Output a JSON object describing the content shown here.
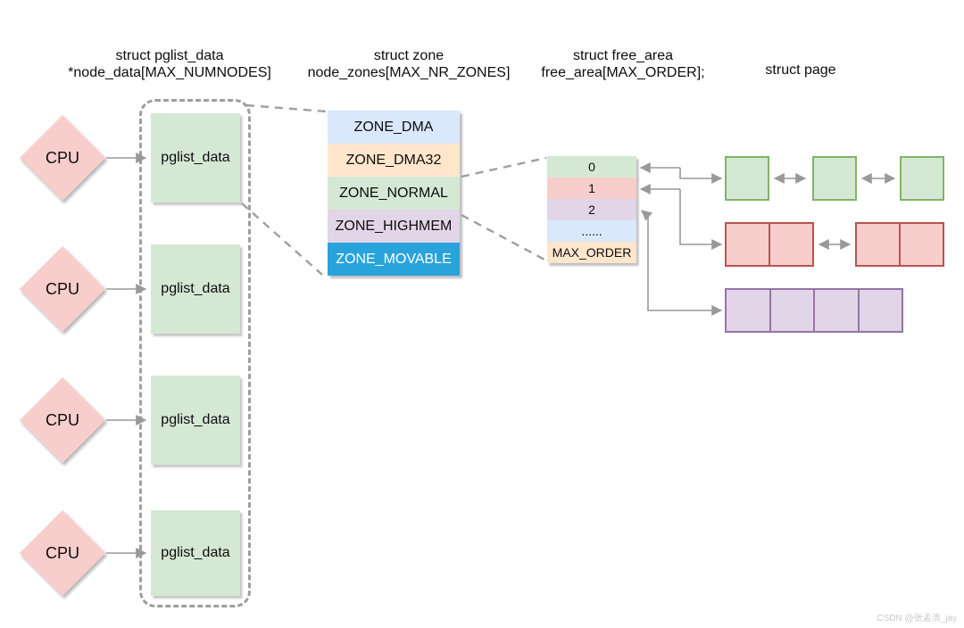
{
  "headers": {
    "pglist": {
      "line1": "struct pglist_data",
      "line2": "*node_data[MAX_NUMNODES]"
    },
    "zone": {
      "line1": "struct zone",
      "line2": "node_zones[MAX_NR_ZONES]"
    },
    "free_area": {
      "line1": "struct free_area",
      "line2": "free_area[MAX_ORDER];"
    },
    "page": {
      "line1": "struct page"
    }
  },
  "cpu": {
    "label": "CPU",
    "fill": "#f8cecc"
  },
  "node": {
    "box_label": "pglist_data",
    "fill": "#d5e8d4"
  },
  "zone_stack": {
    "rows": [
      {
        "label": "ZONE_DMA",
        "bg": "#dae8fc",
        "fg": "#0d0d0d"
      },
      {
        "label": "ZONE_DMA32",
        "bg": "#ffe6cc",
        "fg": "#0d0d0d"
      },
      {
        "label": "ZONE_NORMAL",
        "bg": "#d5e8d4",
        "fg": "#0d0d0d"
      },
      {
        "label": "ZONE_HIGHMEM",
        "bg": "#e1d5e7",
        "fg": "#0d0d0d"
      },
      {
        "label": "ZONE_MOVABLE",
        "bg": "#29a3dc",
        "fg": "#ffffff"
      }
    ]
  },
  "free_area_table": {
    "rows": [
      {
        "label": "0",
        "bg": "#d5e8d4"
      },
      {
        "label": "1",
        "bg": "#f8cecc"
      },
      {
        "label": "2",
        "bg": "#e1d5e7"
      },
      {
        "label": "......",
        "bg": "#dae8fc"
      },
      {
        "label": "MAX_ORDER",
        "bg": "#ffe6cc"
      }
    ]
  },
  "page_lists": {
    "order0": {
      "fill": "#d5e8d4",
      "border": "#82b366"
    },
    "order1": {
      "fill": "#f8cecc",
      "border": "#b85450"
    },
    "order2": {
      "fill": "#e1d5e7",
      "border": "#9673a6"
    }
  },
  "connector_color": "#999999",
  "watermark": "CSDN @张孟浩_jay"
}
